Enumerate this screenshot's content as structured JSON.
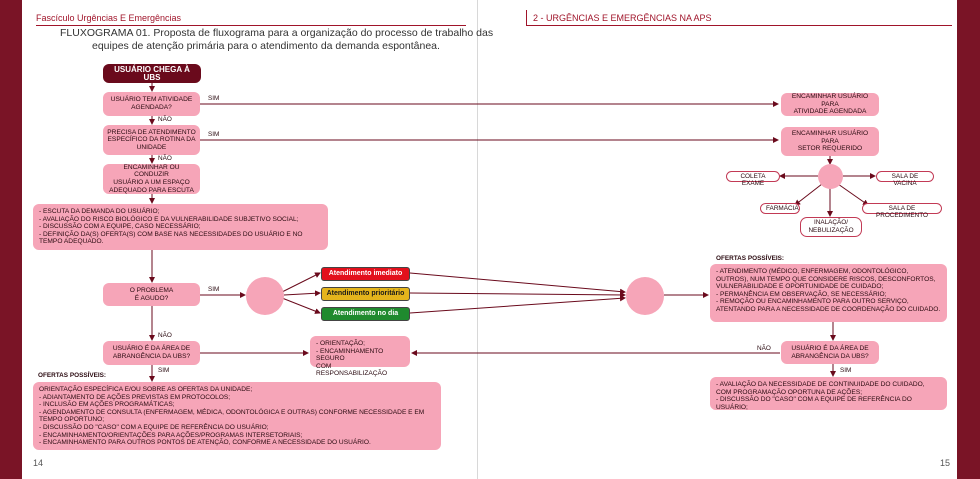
{
  "header": {
    "left": "Fascículo Urgências E Emergências",
    "right": "2 - URGÊNCIAS E EMERGÊNCIAS NA APS",
    "page_left": "14",
    "page_right": "15"
  },
  "title": {
    "line1": "FLUXOGRAMA 01. Proposta de fluxograma para a organização do processo de trabalho das",
    "line2": "equipes de atenção primária para o atendimento da demanda espontânea."
  },
  "flow": {
    "start": "USUÁRIO CHEGA À UBS",
    "q1": "USUÁRIO TEM ATIVIDADE\nAGENDADA?",
    "q2": "PRECISA DE ATENDIMENTO\nESPECÍFICO DA ROTINA DA\nUNIDADE",
    "step_escuta": "ENCAMINHAR OU CONDUZIR\nUSUÁRIO A UM ESPAÇO\nADEQUADO PARA ESCUTA",
    "step_avaliacao": "- ESCUTA DA DEMANDA DO USUÁRIO;\n- AVALIAÇÃO DO RISCO BIOLÓGICO E DA VULNERABILIDADE SUBJETIVO SOCIAL;\n- DISCUSSÃO COM A EQUIPE, CASO NECESSÁRIO;\n- DEFINIÇÃO DA(S) OFERTA(S)  COM BASE NAS NECESSIDADES DO USUÁRIO E NO TEMPO ADEQUADO.",
    "q3": "O PROBLEMA\nÉ AGUDO?",
    "q4": "USUÁRIO É DA ÁREA DE\nABRANGÊNCIA DA UBS?",
    "orientacao": "- ORIENTAÇÃO;\n- ENCAMINHAMENTO SEGURO\nCOM RESPONSABILIZAÇÃO",
    "ofertas_left_title": "OFERTAS POSSÍVEIS:",
    "ofertas_left": "ORIENTAÇÃO ESPECÍFICA E/OU SOBRE AS OFERTAS DA UNIDADE;\n- ADIANTAMENTO DE AÇÕES PREVISTAS EM PROTOCOLOS;\n- INCLUSÃO EM AÇÕES PROGRAMÁTICAS;\n- AGENDAMENTO DE CONSULTA (ENFERMAGEM, MÉDICA, ODONTOLÓGICA E OUTRAS) CONFORME NECESSIDADE E EM TEMPO OPORTUNO;\n- DISCUSSÃO DO \"CASO\" COM A EQUIPE DE REFERÊNCIA DO USUÁRIO;\n- ENCAMINHAMENTO/ORIENTAÇÕES PARA AÇÕES/PROGRAMAS INTERSETORIAIS;\n- ENCAMINHAMENTO PARA OUTROS PONTOS DE ATENÇÃO, CONFORME A NECESSIDADE DO USUÁRIO.",
    "atendimento_imediato": "Atendimento imediato",
    "atendimento_prioritario": "Atendimento prioritário",
    "atendimento_dia": "Atendimento no dia",
    "enc_atividade": "ENCAMINHAR USUÁRIO PARA\nATIVIDADE AGENDADA",
    "enc_setor": "ENCAMINHAR USUÁRIO PARA\nSETOR REQUERIDO",
    "coleta": "COLETA EXAME",
    "sala_vacina": "SALA DE VACINA",
    "farmacia": "FARMÁCIA",
    "sala_procedimento": "SALA DE PROCEDIMENTO",
    "inalacao": "INALAÇÃO/\nNEBULIZAÇÃO",
    "ofertas_right_title": "OFERTAS POSSÍVEIS:",
    "ofertas_right": "- ATENDIMENTO (MÉDICO, ENFERMAGEM, ODONTOLÓGICO, OUTROS), NUM TEMPO QUE CONSIDERE RISCOS, DESCONFORTOS, VULNERABILIDADE E OPORTUNIDADE DE CUIDADO;\n- PERMANÊNCIA EM OBSERVAÇÃO, SE NECESSÁRIO;\n- REMOÇÃO OU ENCAMINHAMENTO PARA OUTRO SERVIÇO, ATENTANDO PARA A NECESSIDADE DE COORDENAÇÃO DO CUIDADO.",
    "q5": "USUÁRIO É DA ÁREA DE\nABRANGÊNCIA DA UBS?",
    "continuidade": "- AVALIAÇÃO DA NECESSIDADE DE CONTINUIDADE DO CUIDADO, COM PROGRAMAÇÃO OPORTUNA DE AÇÕES;\n- DISCUSSÃO DO \"CASO\" COM A EQUIPE DE REFERÊNCIA DO USUÁRIO;"
  },
  "labels": {
    "sim": "SIM",
    "nao": "NÃO"
  },
  "colors": {
    "box_pink": "#f6a5b8",
    "dark_red": "#6a0a1c",
    "immediate_red": "#e3101c",
    "priority_yellow": "#e4b41c",
    "day_green": "#1f8a2e",
    "background_maroon": "#7a1426"
  }
}
